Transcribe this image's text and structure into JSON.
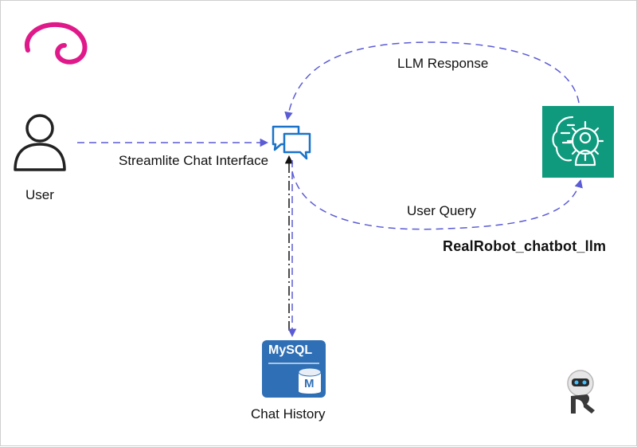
{
  "nodes": {
    "user": {
      "label": "User",
      "icon": "user-icon"
    },
    "chat_interface": {
      "label": "Streamlite Chat Interface",
      "icon": "chat-bubbles-icon"
    },
    "llm": {
      "label": "RealRobot_chatbot_llm",
      "icon": "ai-brain-gear-icon"
    },
    "database": {
      "label": "Chat History",
      "icon": "mysql-database-icon",
      "badge": "MySQL",
      "badge_letter": "M"
    }
  },
  "edges": {
    "response": {
      "label": "LLM Response"
    },
    "query": {
      "label": "User Query"
    }
  },
  "colors": {
    "arrow": "#5b5bd6",
    "arrow_black": "#111111",
    "llm_bg": "#0f9a7e",
    "mysql_blue": "#2f6fb5",
    "logo_magenta": "#e0198a",
    "chat_icon": "#1a73c9"
  }
}
